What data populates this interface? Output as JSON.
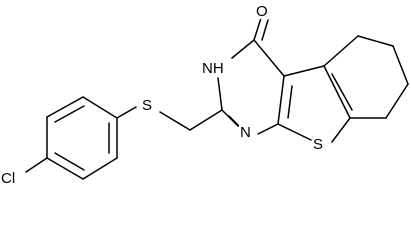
{
  "molecule": {
    "atoms": {
      "oxygen": "O",
      "nh": "NH",
      "n_ring": "N",
      "s_thiophene": "S",
      "s_thioether": "S",
      "chlorine": "Cl"
    }
  },
  "colors": {
    "bond": "#000000",
    "label": "#000000",
    "background": "#ffffff"
  }
}
